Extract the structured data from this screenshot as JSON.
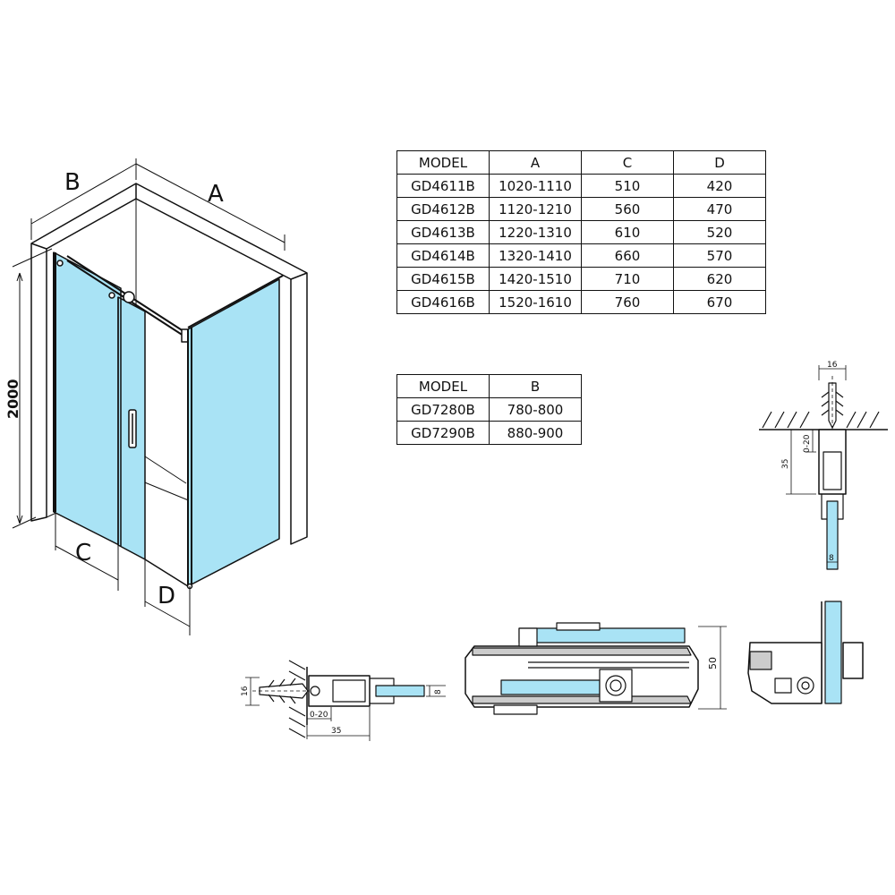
{
  "colors": {
    "glass": "#a9e3f5",
    "line": "#111111",
    "wall": "#ffffff",
    "shade": "#cccccc"
  },
  "labels": {
    "a": "A",
    "b": "B",
    "c": "C",
    "d": "D",
    "height": "2000",
    "d16_top": "16",
    "d0_20_right": "0-20",
    "d35_right": "35",
    "d8_right": "8",
    "d16_left": "16",
    "d8_left": "8",
    "d0_20_left": "0-20",
    "d35_left": "35",
    "d50": "50"
  },
  "table_a": {
    "header": [
      "MODEL",
      "A",
      "C",
      "D"
    ],
    "rows": [
      [
        "GD4611B",
        "1020-1110",
        "510",
        "420"
      ],
      [
        "GD4612B",
        "1120-1210",
        "560",
        "470"
      ],
      [
        "GD4613B",
        "1220-1310",
        "610",
        "520"
      ],
      [
        "GD4614B",
        "1320-1410",
        "660",
        "570"
      ],
      [
        "GD4615B",
        "1420-1510",
        "710",
        "620"
      ],
      [
        "GD4616B",
        "1520-1610",
        "760",
        "670"
      ]
    ]
  },
  "table_b": {
    "header": [
      "MODEL",
      "B"
    ],
    "rows": [
      [
        "GD7280B",
        "780-800"
      ],
      [
        "GD7290B",
        "880-900"
      ]
    ]
  }
}
